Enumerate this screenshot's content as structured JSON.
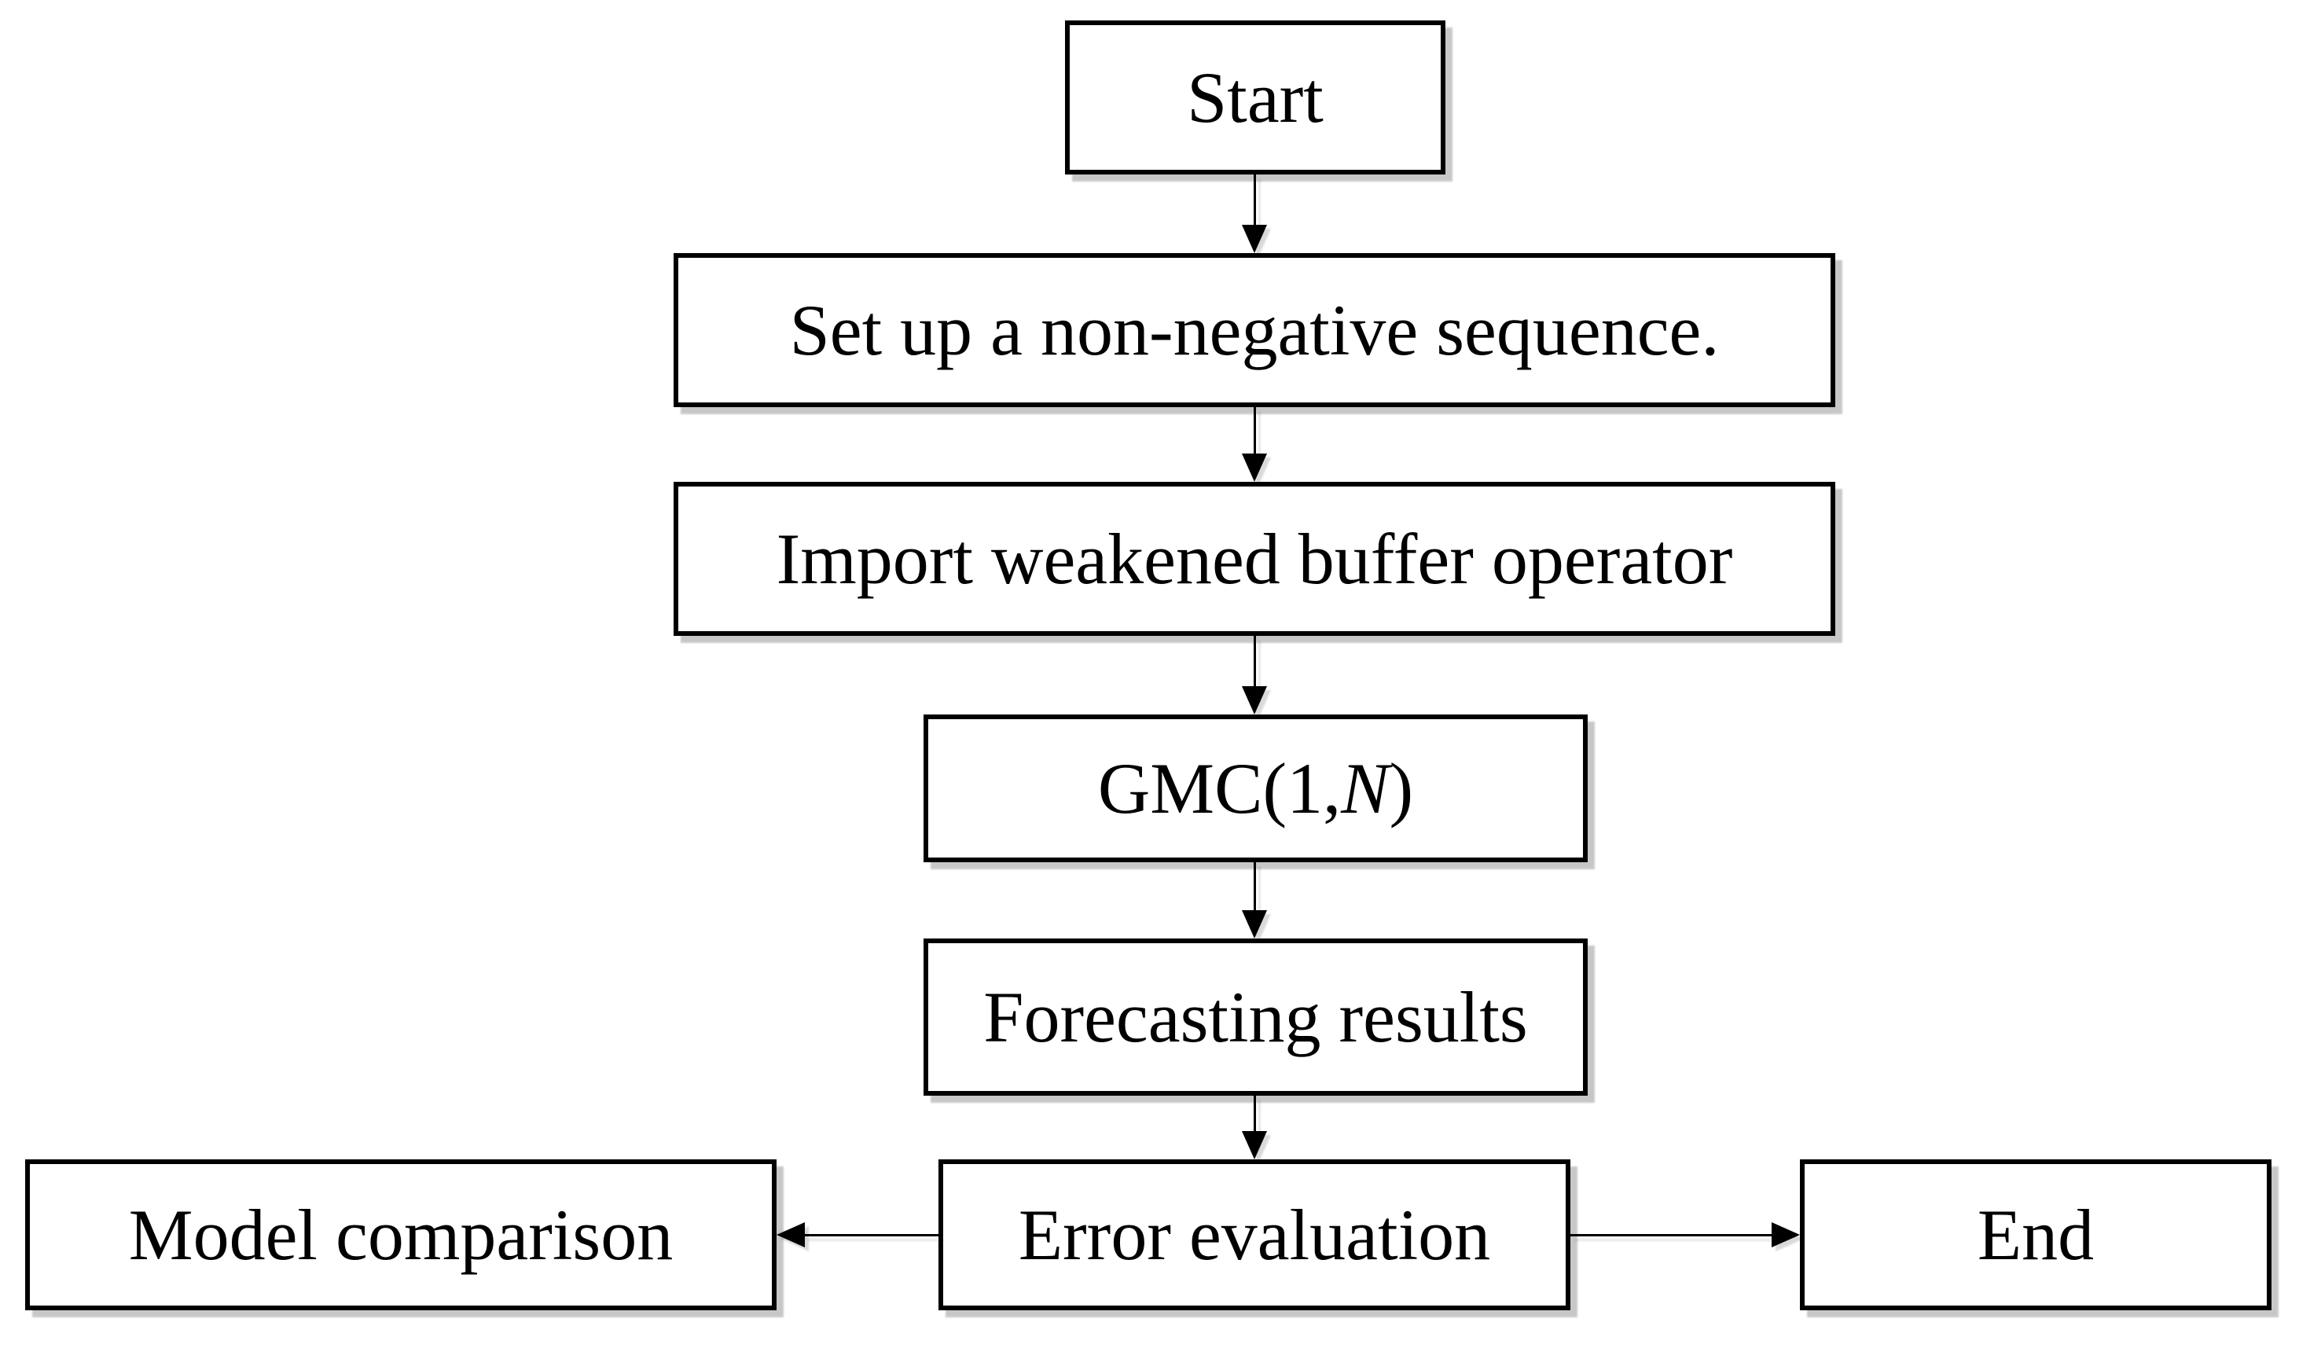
{
  "diagram": {
    "type": "flowchart",
    "background_color": "#ffffff",
    "box_fill_color": "#ffffff",
    "box_border_color": "#000000",
    "text_color": "#000000",
    "shadow_color": "rgba(0,0,0,0.22)"
  },
  "nodes": {
    "start": {
      "label": "Start"
    },
    "setup": {
      "label": "Set up a non-negative sequence."
    },
    "import_operator": {
      "label": "Import weakened buffer operator"
    },
    "gmc": {
      "label": "GMC(1,N)",
      "prefix": "GMC(1,",
      "variable": "N",
      "suffix": ")"
    },
    "forecasting": {
      "label": "Forecasting results"
    },
    "error_evaluation": {
      "label": "Error evaluation"
    },
    "model_comparison": {
      "label": "Model comparison"
    },
    "end": {
      "label": "End"
    }
  },
  "edges": [
    {
      "from": "start",
      "to": "setup",
      "direction": "down"
    },
    {
      "from": "setup",
      "to": "import_operator",
      "direction": "down"
    },
    {
      "from": "import_operator",
      "to": "gmc",
      "direction": "down"
    },
    {
      "from": "gmc",
      "to": "forecasting",
      "direction": "down"
    },
    {
      "from": "forecasting",
      "to": "error_evaluation",
      "direction": "down"
    },
    {
      "from": "error_evaluation",
      "to": "model_comparison",
      "direction": "left"
    },
    {
      "from": "error_evaluation",
      "to": "end",
      "direction": "right"
    }
  ]
}
